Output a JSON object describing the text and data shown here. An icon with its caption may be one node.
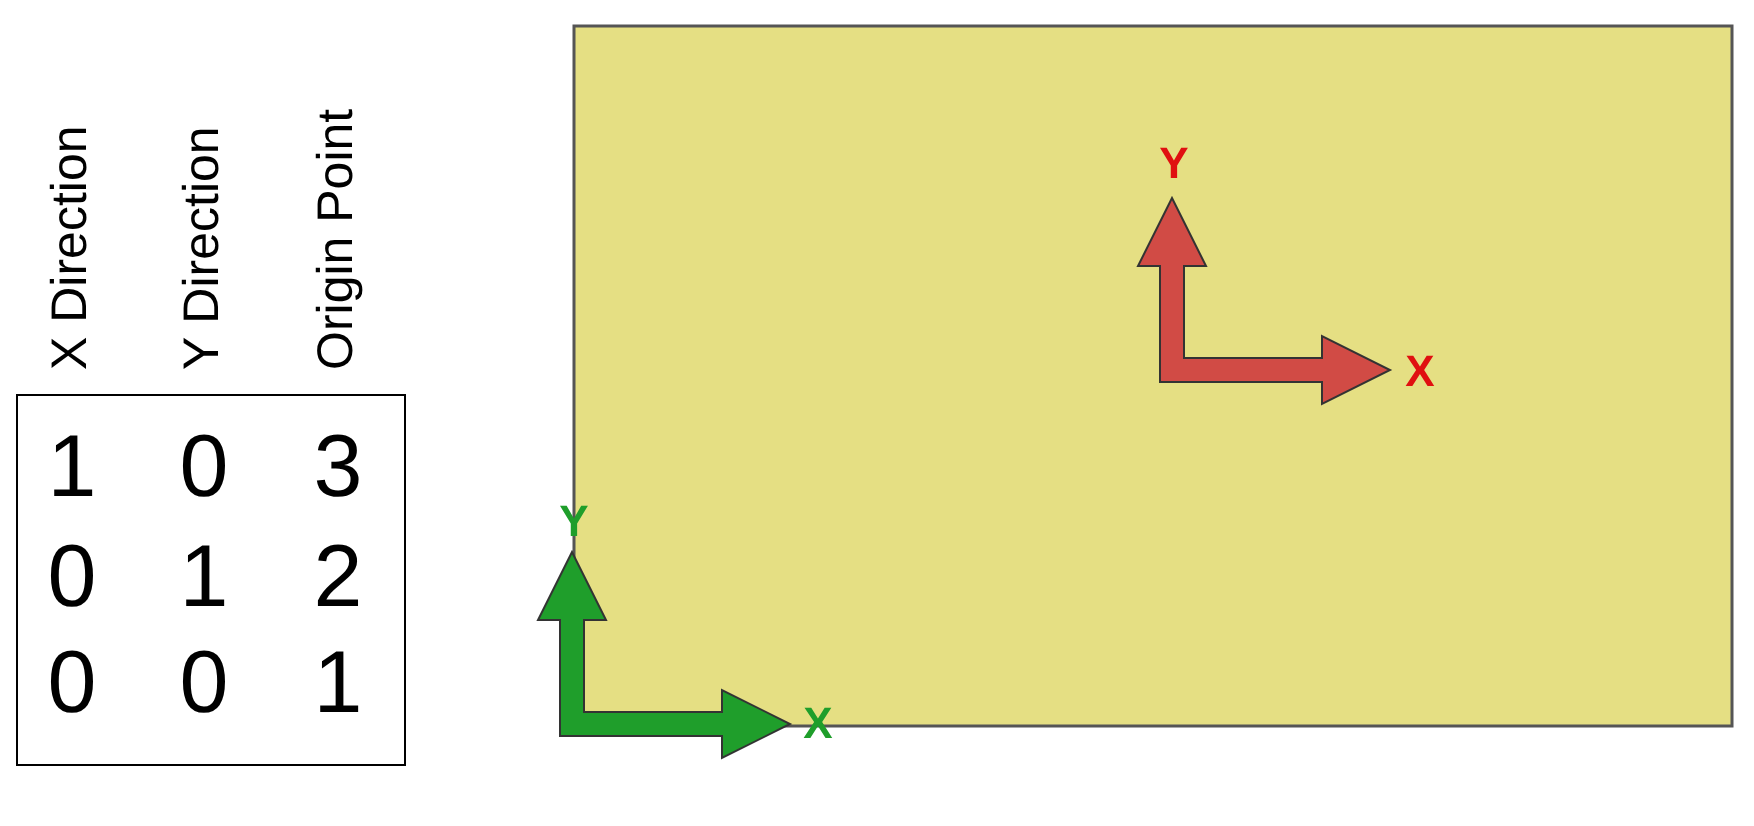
{
  "diagram": {
    "labels": [
      "X Direction",
      "Y Direction",
      "Origin Point",
      "1",
      "0",
      "3",
      "0",
      "1",
      "2",
      "0",
      "0",
      "1",
      "Y",
      "X",
      "Y",
      "X"
    ]
  }
}
